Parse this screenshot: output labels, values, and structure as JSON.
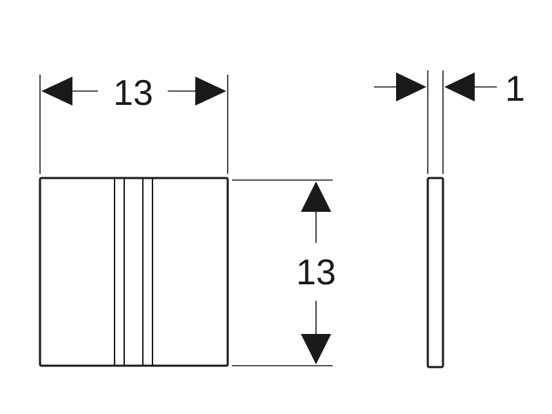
{
  "dimensions": {
    "front_width": "13",
    "front_height": "13",
    "side_depth": "1"
  },
  "colors": {
    "line": "#1a1a1a",
    "background": "#ffffff"
  }
}
